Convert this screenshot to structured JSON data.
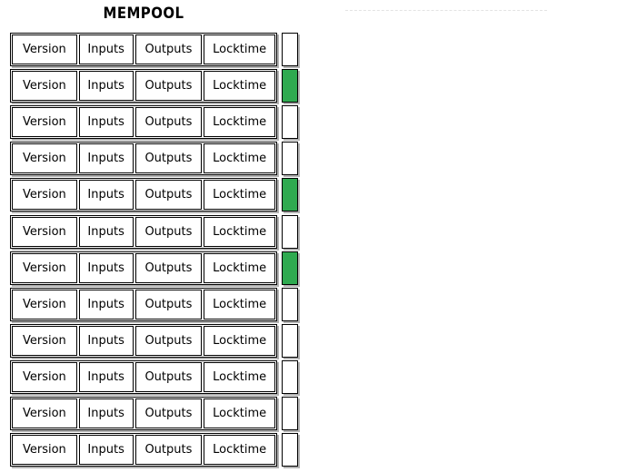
{
  "diagram": {
    "title": "MEMPOOL",
    "colors": {
      "selected": "#2faa50",
      "unselected": "#ffffff",
      "border": "#000000",
      "background": "#ffffff",
      "guide_line": "#e3e3e3"
    },
    "columns": [
      "Version",
      "Inputs",
      "Outputs",
      "Locktime"
    ],
    "transactions": [
      {
        "version": "Version",
        "inputs": "Inputs",
        "outputs": "Outputs",
        "locktime": "Locktime",
        "selected": false
      },
      {
        "version": "Version",
        "inputs": "Inputs",
        "outputs": "Outputs",
        "locktime": "Locktime",
        "selected": true
      },
      {
        "version": "Version",
        "inputs": "Inputs",
        "outputs": "Outputs",
        "locktime": "Locktime",
        "selected": false
      },
      {
        "version": "Version",
        "inputs": "Inputs",
        "outputs": "Outputs",
        "locktime": "Locktime",
        "selected": false
      },
      {
        "version": "Version",
        "inputs": "Inputs",
        "outputs": "Outputs",
        "locktime": "Locktime",
        "selected": true
      },
      {
        "version": "Version",
        "inputs": "Inputs",
        "outputs": "Outputs",
        "locktime": "Locktime",
        "selected": false
      },
      {
        "version": "Version",
        "inputs": "Inputs",
        "outputs": "Outputs",
        "locktime": "Locktime",
        "selected": true
      },
      {
        "version": "Version",
        "inputs": "Inputs",
        "outputs": "Outputs",
        "locktime": "Locktime",
        "selected": false
      },
      {
        "version": "Version",
        "inputs": "Inputs",
        "outputs": "Outputs",
        "locktime": "Locktime",
        "selected": false
      },
      {
        "version": "Version",
        "inputs": "Inputs",
        "outputs": "Outputs",
        "locktime": "Locktime",
        "selected": false
      },
      {
        "version": "Version",
        "inputs": "Inputs",
        "outputs": "Outputs",
        "locktime": "Locktime",
        "selected": false
      },
      {
        "version": "Version",
        "inputs": "Inputs",
        "outputs": "Outputs",
        "locktime": "Locktime",
        "selected": false
      }
    ]
  }
}
